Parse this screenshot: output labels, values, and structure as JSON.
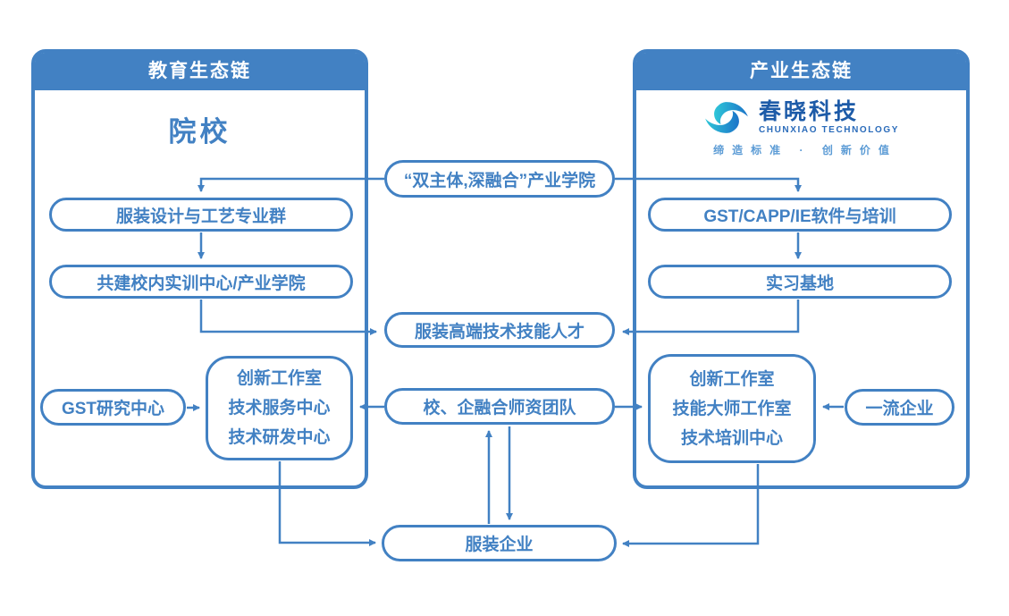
{
  "colors": {
    "primary": "#4281C3",
    "logo_name_color": "#1D5BA8",
    "logo_teal": "#2EC6D8",
    "logo_blue": "#1C74C9",
    "tagline_color": "#5B9BD5"
  },
  "left_panel": {
    "header": "教育生态链",
    "title": "院校"
  },
  "right_panel": {
    "header": "产业生态链",
    "logo": {
      "name": "春晓科技",
      "subtitle": "CHUNXIAO TECHNOLOGY",
      "tagline": "缔造标准 · 创新价值"
    }
  },
  "nodes": {
    "industry_college": "“双主体,深融合”产业学院",
    "major_group": "服装设计与工艺专业群",
    "training_center": "共建校内实训中心/产业学院",
    "talent": "服装高端技术技能人才",
    "gst_research": "GST研究中心",
    "left_studio": {
      "lines": [
        "创新工作室",
        "技术服务中心",
        "技术研发中心"
      ]
    },
    "teacher_team": "校、企融合师资团队",
    "software_training": "GST/CAPP/IE软件与培训",
    "internship_base": "实习基地",
    "right_studio": {
      "lines": [
        "创新工作室",
        "技能大师工作室",
        "技术培训中心"
      ]
    },
    "top_enterprise": "一流企业",
    "garment_enterprise": "服装企业"
  }
}
